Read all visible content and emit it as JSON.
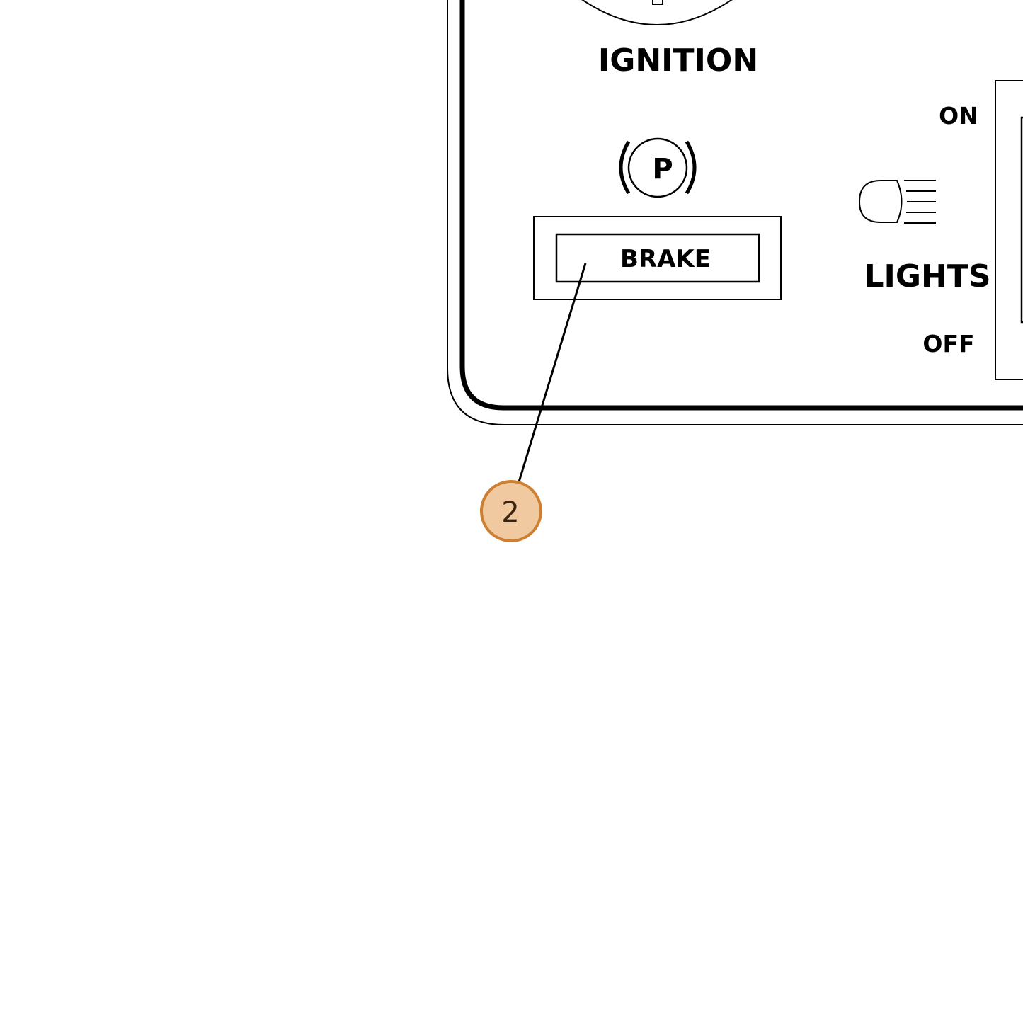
{
  "panel": {
    "ignition_label": "IGNITION",
    "brake_symbol": "P",
    "brake_label": "BRAKE",
    "lights_label": "LIGHTS",
    "lights_on_label": "ON",
    "lights_off_label": "OFF"
  },
  "callout": {
    "number": "2",
    "fill_color": "#f0c9a0",
    "stroke_color": "#cd8032",
    "text_color": "#3a2410"
  }
}
